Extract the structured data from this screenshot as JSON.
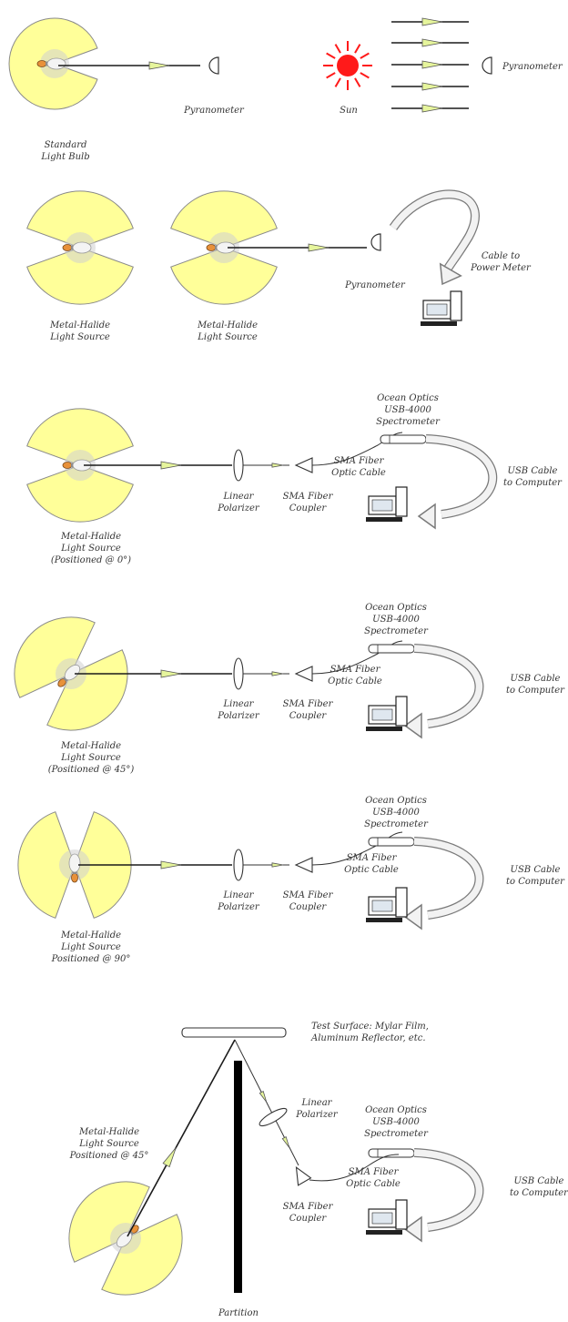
{
  "colors": {
    "lamp_fill": "#ffff99",
    "lamp_stroke": "#8a8a8a",
    "glow": "#cfcfcf",
    "sun": "#ff1a1a",
    "beam": "#1a1a1a",
    "arrowhead": "#e6f59c",
    "cable_fill": "#f2f2f2",
    "partition": "#000000"
  },
  "panel1": {
    "bulb_label": [
      "Standard",
      "Light Bulb"
    ],
    "pyranometer_left": "Pyranometer",
    "sun_label": "Sun",
    "pyranometer_right": "Pyranometer"
  },
  "panel2": {
    "source_a": [
      "Metal-Halide",
      "Light Source"
    ],
    "source_b": [
      "Metal-Halide",
      "Light Source"
    ],
    "pyranometer": "Pyranometer",
    "cable": [
      "Cable to",
      "Power Meter"
    ]
  },
  "panel3": {
    "spectrometer": [
      "Ocean Optics",
      "USB-4000",
      "Spectrometer"
    ],
    "fiber_cable": [
      "SMA Fiber",
      "Optic Cable"
    ],
    "polarizer": [
      "Linear",
      "Polarizer"
    ],
    "coupler": [
      "SMA Fiber",
      "Coupler"
    ],
    "usb": [
      "USB Cable",
      "to Computer"
    ],
    "source": [
      "Metal-Halide",
      "Light Source",
      "(Positioned @ 0°)"
    ]
  },
  "panel4": {
    "spectrometer": [
      "Ocean Optics",
      "USB-4000",
      "Spectrometer"
    ],
    "fiber_cable": [
      "SMA Fiber",
      "Optic Cable"
    ],
    "polarizer": [
      "Linear",
      "Polarizer"
    ],
    "coupler": [
      "SMA Fiber",
      "Coupler"
    ],
    "usb": [
      "USB Cable",
      "to Computer"
    ],
    "source": [
      "Metal-Halide",
      "Light Source",
      "(Positioned @ 45°)"
    ]
  },
  "panel5": {
    "spectrometer": [
      "Ocean Optics",
      "USB-4000",
      "Spectrometer"
    ],
    "fiber_cable": [
      "SMA Fiber",
      "Optic Cable"
    ],
    "polarizer": [
      "Linear",
      "Polarizer"
    ],
    "coupler": [
      "SMA Fiber",
      "Coupler"
    ],
    "usb": [
      "USB Cable",
      "to Computer"
    ],
    "source": [
      "Metal-Halide",
      "Light Source",
      "Positioned @ 90°"
    ]
  },
  "panel6": {
    "surface": [
      "Test Surface: Mylar Film,",
      "Aluminum Reflector, etc."
    ],
    "polarizer": [
      "Linear",
      "Polarizer"
    ],
    "spectrometer": [
      "Ocean Optics",
      "USB-4000",
      "Spectrometer"
    ],
    "source": [
      "Metal-Halide",
      "Light Source",
      "Positioned @ 45°"
    ],
    "fiber_cable": [
      "SMA Fiber",
      "Optic Cable"
    ],
    "usb": [
      "USB Cable",
      "to Computer"
    ],
    "coupler": [
      "SMA Fiber",
      "Coupler"
    ],
    "partition": "Partition"
  }
}
